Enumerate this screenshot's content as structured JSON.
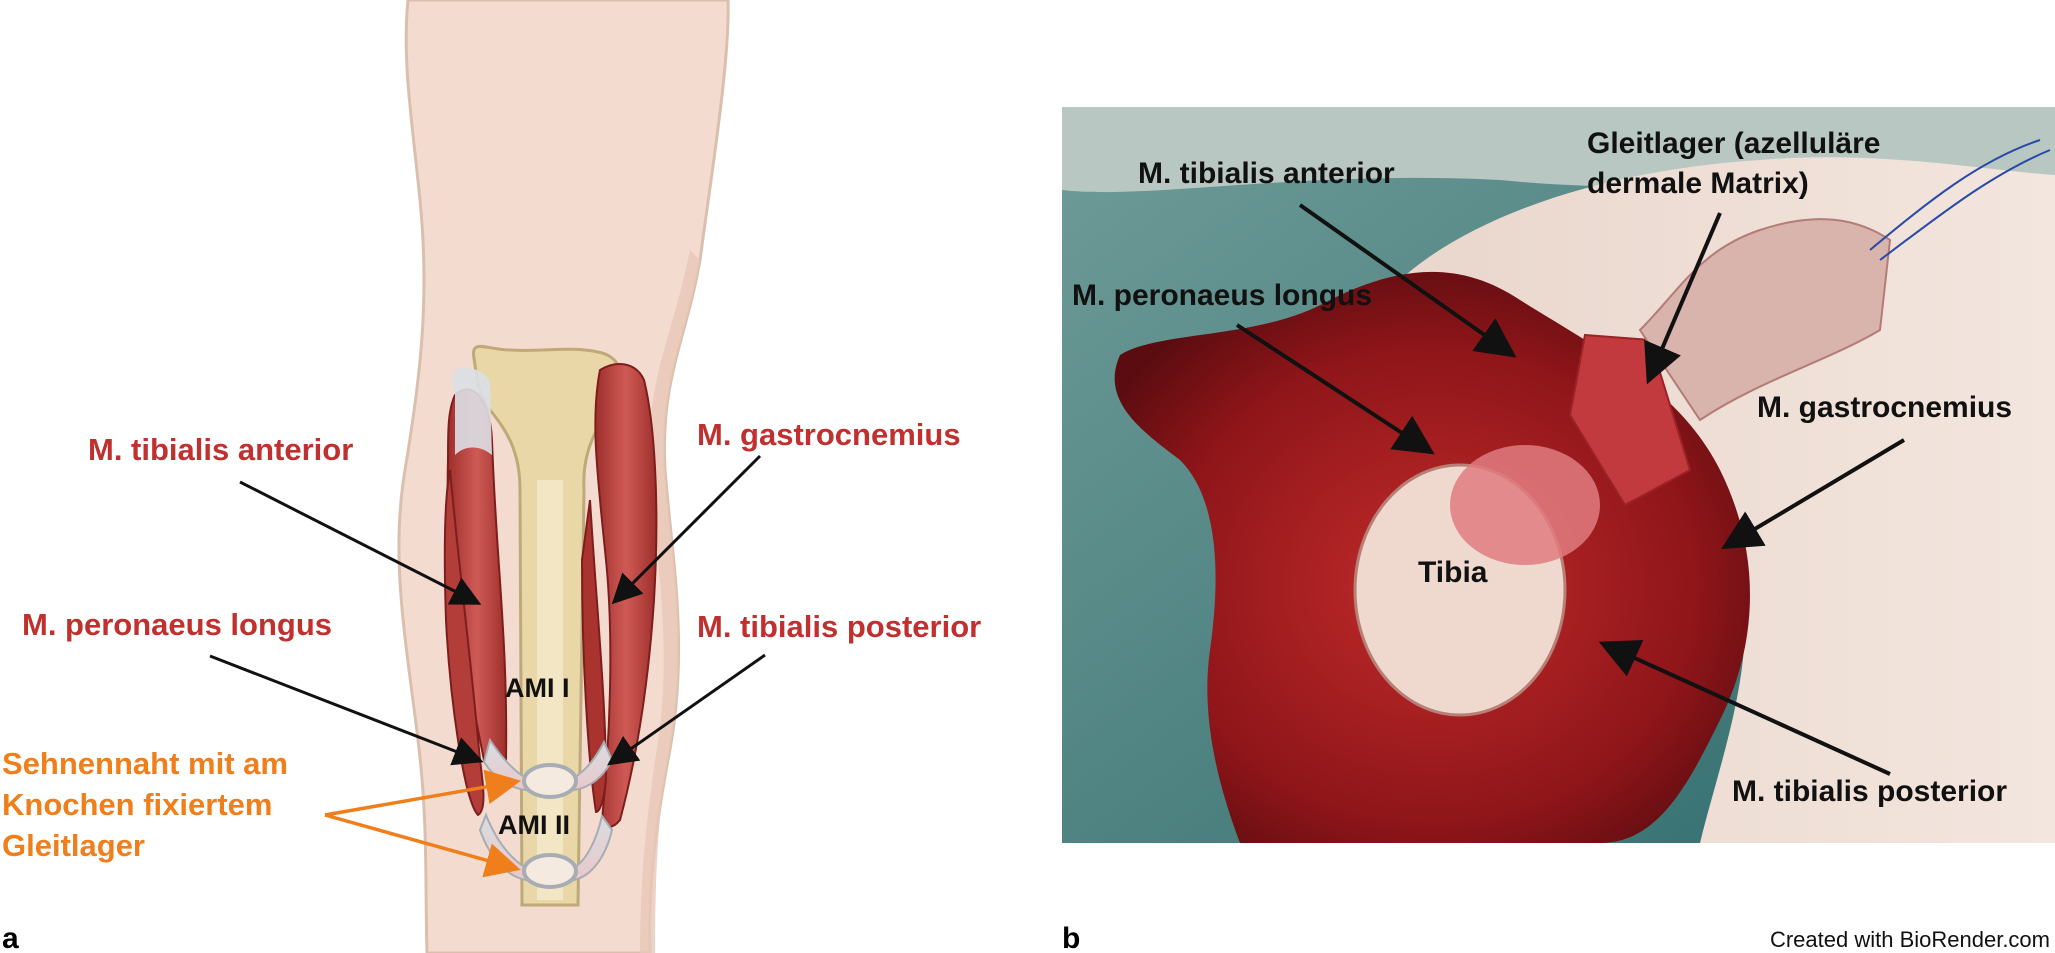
{
  "panel_a": {
    "letter": "a",
    "labels": {
      "tibialis_anterior": "M. tibialis anterior",
      "peronaeus_longus": "M. peronaeus longus",
      "gastrocnemius": "M. gastrocnemius",
      "tibialis_posterior": "M. tibialis posterior",
      "ami_1": "AMI I",
      "ami_2": "AMI II",
      "suture_line1": "Sehnennaht mit am",
      "suture_line2": "Knochen fixiertem",
      "suture_line3": "Gleitlager"
    },
    "colors": {
      "muscle_label": "#c0302f",
      "suture_label": "#f07e1b"
    }
  },
  "panel_b": {
    "letter": "b",
    "labels": {
      "tibialis_anterior": "M. tibialis anterior",
      "peronaeus_longus": "M. peronaeus longus",
      "gleitlager_line1": "Gleitlager (azelluläre",
      "gleitlager_line2": "dermale Matrix)",
      "gastrocnemius": "M. gastrocnemius",
      "tibia": "Tibia",
      "tibialis_posterior": "M. tibialis posterior"
    }
  },
  "credit": "Created with BioRender.com"
}
